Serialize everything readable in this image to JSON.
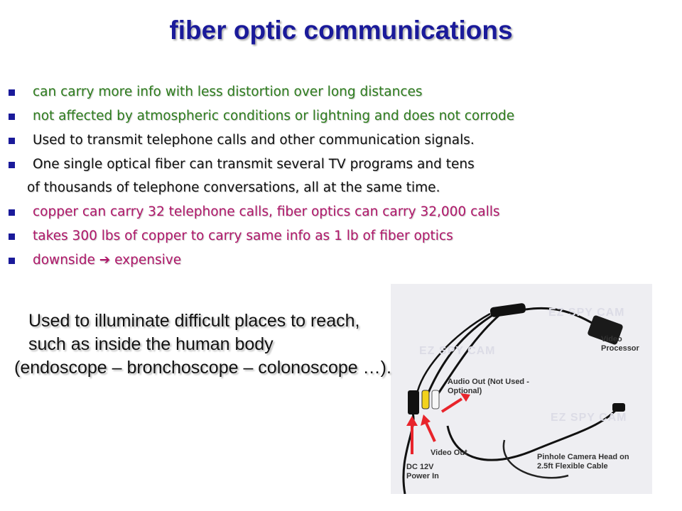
{
  "title": "fiber optic communications",
  "bullets": [
    {
      "text": "can carry more info with less distortion over long distances"
    },
    {
      "text": "not affected by atmospheric conditions or lightning and does not corrode"
    },
    {
      "text": "Used to transmit telephone calls and other communication signals."
    },
    {
      "text": "One single optical fiber can transmit several TV programs and tens",
      "continuation": "of thousands of telephone conversations, all at the same time."
    },
    {
      "text": "copper can carry 32 telephone calls, fiber optics can carry 32,000 calls"
    },
    {
      "text": "takes 300 lbs of copper to carry same info as 1 lb of fiber optics"
    },
    {
      "text_before": "downside",
      "arrow": "➔",
      "text_after": "expensive"
    }
  ],
  "usage_lines": [
    "Used to illuminate difficult places to reach,",
    "such as inside the human body",
    "(endoscope – bronchoscope – colonoscope …)."
  ],
  "photo": {
    "labels": {
      "video_processor": "Video Processor",
      "audio_out": "Audio Out (Not Used - Optional)",
      "video_out": "Video Out",
      "dc_power": "DC 12V Power In",
      "camera_head": "Pinhole Camera Head on 2.5ft Flexible Cable"
    },
    "watermark": "EZ SPY CAM"
  },
  "colors": {
    "title": "#1a1a9a",
    "bullet_square": "#1a1a9a",
    "green_text": "#2e7d1e",
    "pink_text": "#b0176a",
    "annotation_arrow": "#e8242b"
  }
}
